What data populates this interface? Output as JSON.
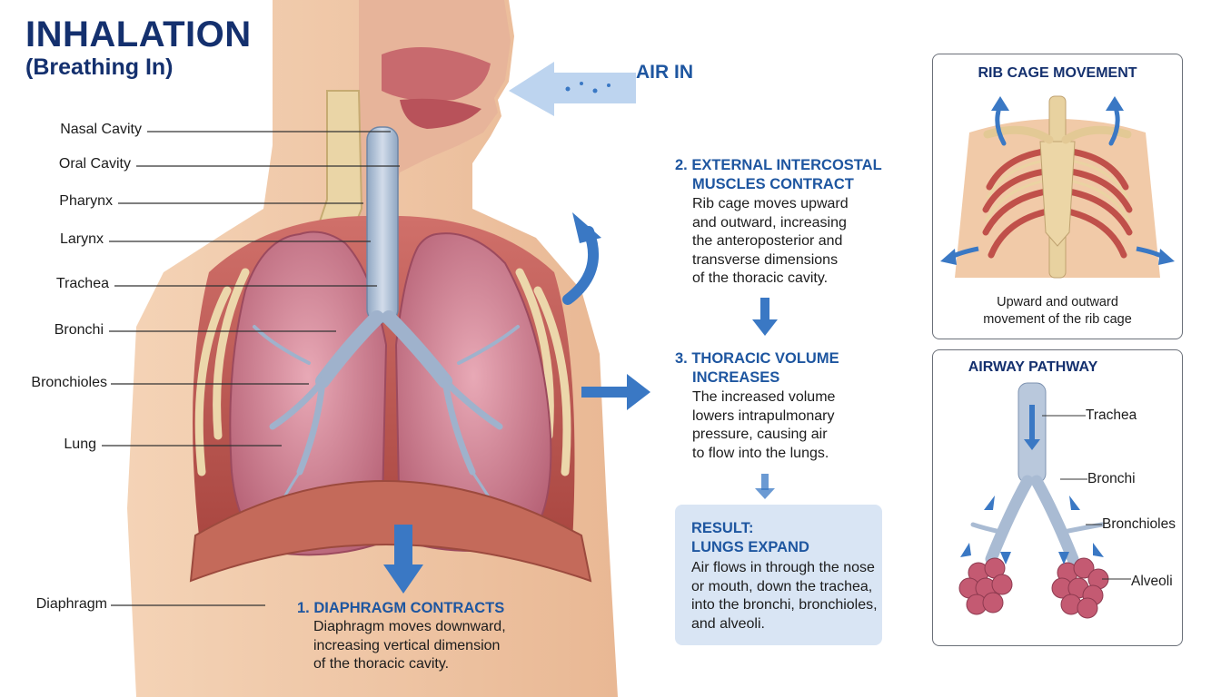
{
  "header": {
    "title": "INHALATION",
    "subtitle": "(Breathing In)"
  },
  "air_in": "AIR IN",
  "anatomy_labels": [
    "Nasal Cavity",
    "Oral Cavity",
    "Pharynx",
    "Larynx",
    "Trachea",
    "Bronchi",
    "Bronchioles",
    "Lung",
    "Diaphragm"
  ],
  "steps": [
    {
      "heading": "1. DIAPHRAGM CONTRACTS",
      "lines": [
        "Diaphragm moves downward,",
        "increasing vertical dimension",
        "of the thoracic cavity."
      ]
    },
    {
      "heading_lines": [
        "2. EXTERNAL INTERCOSTAL",
        "MUSCLES CONTRACT"
      ],
      "lines": [
        "Rib cage moves upward",
        "and outward, increasing",
        "the anteroposterior and",
        "transverse dimensions",
        "of the thoracic cavity."
      ]
    },
    {
      "heading_lines": [
        "3. THORACIC VOLUME",
        "INCREASES"
      ],
      "lines": [
        "The increased volume",
        "lowers intrapulmonary",
        "pressure, causing air",
        "to flow into the lungs."
      ]
    }
  ],
  "result": {
    "heading_lines": [
      "RESULT:",
      "LUNGS EXPAND"
    ],
    "lines": [
      "Air flows in through the nose",
      "or mouth, down the trachea,",
      "into the bronchi, bronchioles,",
      "and alveoli."
    ]
  },
  "rib_panel": {
    "title": "RIB CAGE MOVEMENT",
    "caption_lines": [
      "Upward and outward",
      "movement of the rib cage"
    ]
  },
  "airway_panel": {
    "title": "AIRWAY PATHWAY",
    "labels": [
      "Trachea",
      "Bronchi",
      "Bronchioles",
      "Alveoli"
    ]
  },
  "colors": {
    "heading": "#14306e",
    "accent": "#1e56a0",
    "arrow": "#3a78c4",
    "lung": "#d88e9e",
    "muscle": "#c25a52",
    "bone": "#e8d2a0",
    "skin": "#f0c8a8",
    "result_bg": "#d9e5f4"
  },
  "icons": [
    "air-in-arrow-icon",
    "diaphragm-down-arrow-icon",
    "rib-up-arrow-icon",
    "chest-out-arrow-icon",
    "flow-down-arrow-icon"
  ]
}
